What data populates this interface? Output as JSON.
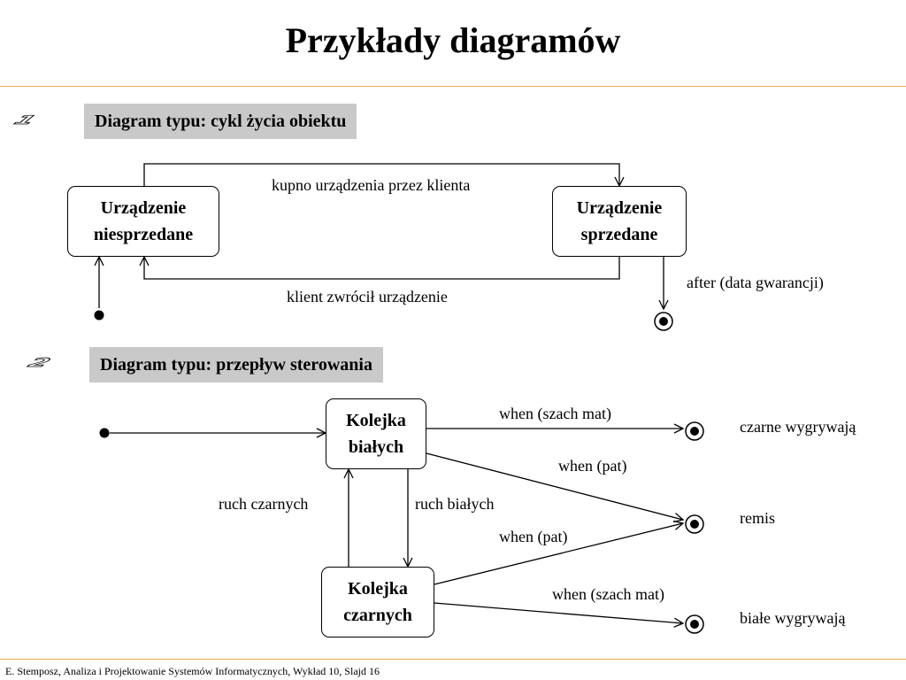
{
  "title": "Przykłady diagramów",
  "section1": {
    "number": "1",
    "label": "Diagram typu: cykl życia obiektu",
    "states": {
      "unsold": [
        "Urządzenie",
        "niesprzedane"
      ],
      "sold": [
        "Urządzenie",
        "sprzedane"
      ]
    },
    "transitions": {
      "purchase": "kupno urządzenia przez klienta",
      "returned": "klient zwrócił urządzenie",
      "after": "after (data gwarancji)"
    }
  },
  "section2": {
    "number": "2",
    "label": "Diagram typu: przepływ sterowania",
    "states": {
      "white_turn": [
        "Kolejka",
        "białych"
      ],
      "black_turn": [
        "Kolejka",
        "czarnych"
      ]
    },
    "transitions": {
      "white_checkmate": "when (szach mat)",
      "white_stalemate": "when (pat)",
      "black_move": "ruch czarnych",
      "white_move": "ruch białych",
      "black_stalemate": "when (pat)",
      "black_checkmate": "when (szach mat)"
    },
    "outcomes": {
      "black_wins": "czarne wygrywają",
      "draw": "remis",
      "white_wins": "białe wygrywają"
    }
  },
  "footer": "E. Stemposz, Analiza i Projektowanie Systemów Informatycznych, Wykład 10, Slajd 16"
}
